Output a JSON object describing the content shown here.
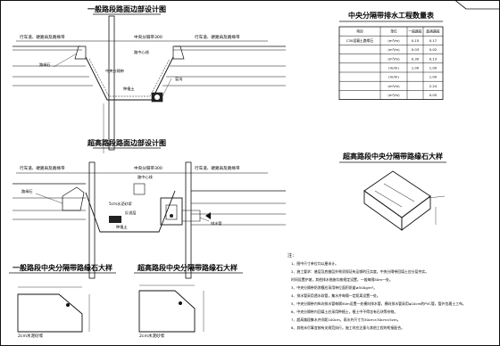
{
  "titles": {
    "normal_section": "一般路段路面边部设计图",
    "super_section": "超高路段路面边部设计图",
    "quantity_table": "中央分隔带排水工程数量表",
    "super_curb_large": "超高路段中央分隔带路缘石大样",
    "normal_curb": "一般路段中央分隔带路缘石大样",
    "super_curb": "超高路段中央分隔带路缘石大样"
  },
  "labels": {
    "lane_left": "行车道、硬路肩及路缘带",
    "lane_right": "行车道、硬路肩及路缘带",
    "median_top": "中央分隔带300",
    "median_label": "中央分隔带",
    "median_center": "路中心线",
    "subgrade_top": "渗沟",
    "planting": "种植土",
    "filter": "反滤层",
    "drain_pipe": "排水管",
    "blind_drain": "盲沟",
    "curb_left": "路缘石",
    "base": "5cm水泥砂浆",
    "dim_bottom_1": "2cm水泥砂浆",
    "dim_bottom_2": "2cm水泥砂浆",
    "waterproof": "防水层"
  },
  "table": {
    "headers": [
      "项目",
      "单位",
      "一般路段",
      "超高路段"
    ],
    "rows": [
      [
        "C30混凝土路缘石",
        "(m³/m)",
        "0.15",
        "0.17"
      ],
      [
        "",
        "(m³/m)",
        "0.03",
        "0.02"
      ],
      [
        "",
        "(m³/m)",
        "0.30",
        "0.13"
      ],
      [
        "",
        "(m/m)",
        "1.00",
        "1.00"
      ],
      [
        "",
        "(m/m)",
        "",
        "1.00"
      ],
      [
        "",
        "(m²/m)",
        "",
        "2.24"
      ],
      [
        "",
        "(m³/m)",
        "",
        "0.05"
      ]
    ]
  },
  "notes": {
    "heading": "注：",
    "items": [
      "1、图中尺寸单位均以厘米计。",
      "2、施工要求：基层及底基层外侧须保证有足够的压实度，中央分隔带回填土应分层夯实。",
      "   时间设置护坡，其他排水措施均按规定设置，一般每隔50m一处。",
      "3、中央分隔带防渗膜应采用单位面积质量≥500g/m²。",
      "4、排水管采用透水软管，集水井每隔一定距离设置一处。",
      "5、中央分隔带内纵向排水管每隔50m设置一处横向排水管，横向排水管采用φ10cm的PVC管，管外包裹土工布。",
      "6、中央分隔带内回填土应采用种植土，植土中不得含有石块等杂物。",
      "7、超高路段集水井间距100cm，雨水井尺寸为30cm×30cm×5cm。",
      "8、其他未尽事宜按有关规范执行，施工时应注意与其他工程的衔接配合。"
    ]
  }
}
